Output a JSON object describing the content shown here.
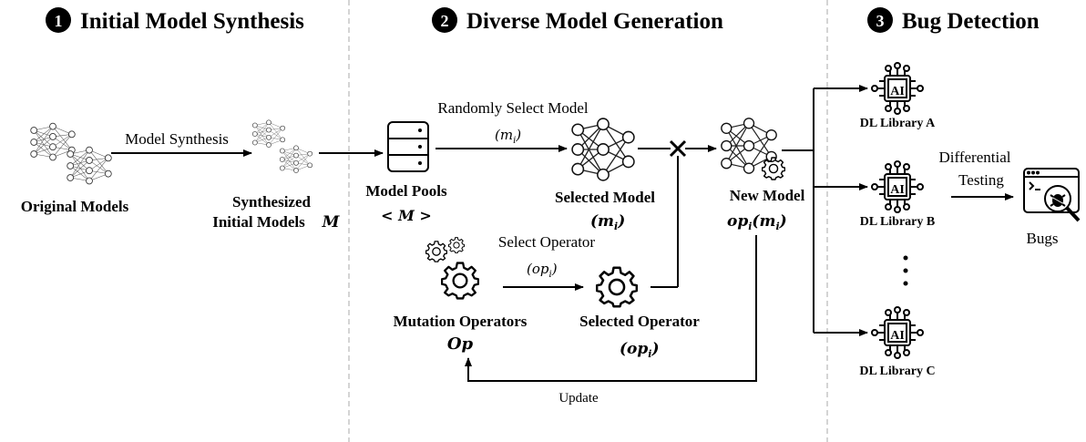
{
  "stages": [
    {
      "number": "1",
      "title": "Initial Model Synthesis"
    },
    {
      "number": "2",
      "title": "Diverse Model Generation"
    },
    {
      "number": "3",
      "title": "Bug Detection"
    }
  ],
  "stage1": {
    "original_models": "Original Models",
    "model_synthesis": "Model Synthesis",
    "synthesized_line1": "Synthesized",
    "synthesized_line2": "Initial Models",
    "synthesized_symbol": "M"
  },
  "stage2": {
    "model_pools": "Model Pools",
    "model_pools_symbol": "< M >",
    "randomly_select": "Randomly Select Model",
    "randomly_select_symbol": "(m",
    "selected_model": "Selected Model",
    "selected_model_symbol": "(m",
    "new_model": "New Model",
    "new_model_symbol": "op",
    "new_model_arg": "(m",
    "select_operator": "Select Operator",
    "select_operator_symbol": "(op",
    "mutation_operators": "Mutation Operators",
    "mutation_operators_symbol": "Op",
    "selected_operator": "Selected Operator",
    "selected_operator_symbol": "(op",
    "update": "Update",
    "subscript": "i",
    "close_paren": ")"
  },
  "stage3": {
    "libraries": [
      "DL Library A",
      "DL Library B",
      "DL Library C"
    ],
    "chip_label": "AI",
    "differential": "Differential",
    "testing": "Testing",
    "bugs": "Bugs"
  }
}
